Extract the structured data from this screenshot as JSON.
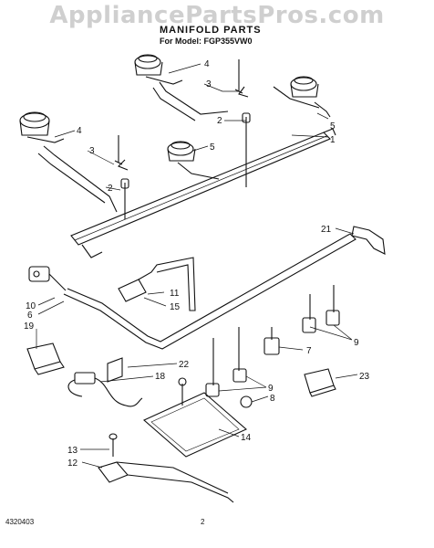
{
  "watermark": "AppliancePartsPros.com",
  "header": {
    "title": "MANIFOLD PARTS",
    "model": "For Model: FGP355VW0"
  },
  "callouts": {
    "c1": "1",
    "c2a": "2",
    "c2b": "2",
    "c3a": "3",
    "c3b": "3",
    "c4a": "4",
    "c4b": "4",
    "c5a": "5",
    "c5b": "5",
    "c6": "6",
    "c7": "7",
    "c8": "8",
    "c9a": "9",
    "c9b": "9",
    "c10": "10",
    "c11": "11",
    "c12": "12",
    "c13": "13",
    "c14": "14",
    "c15": "15",
    "c18": "18",
    "c19": "19",
    "c21": "21",
    "c22": "22",
    "c23": "23"
  },
  "footer": {
    "part_number": "4320403",
    "page_number": "2"
  }
}
